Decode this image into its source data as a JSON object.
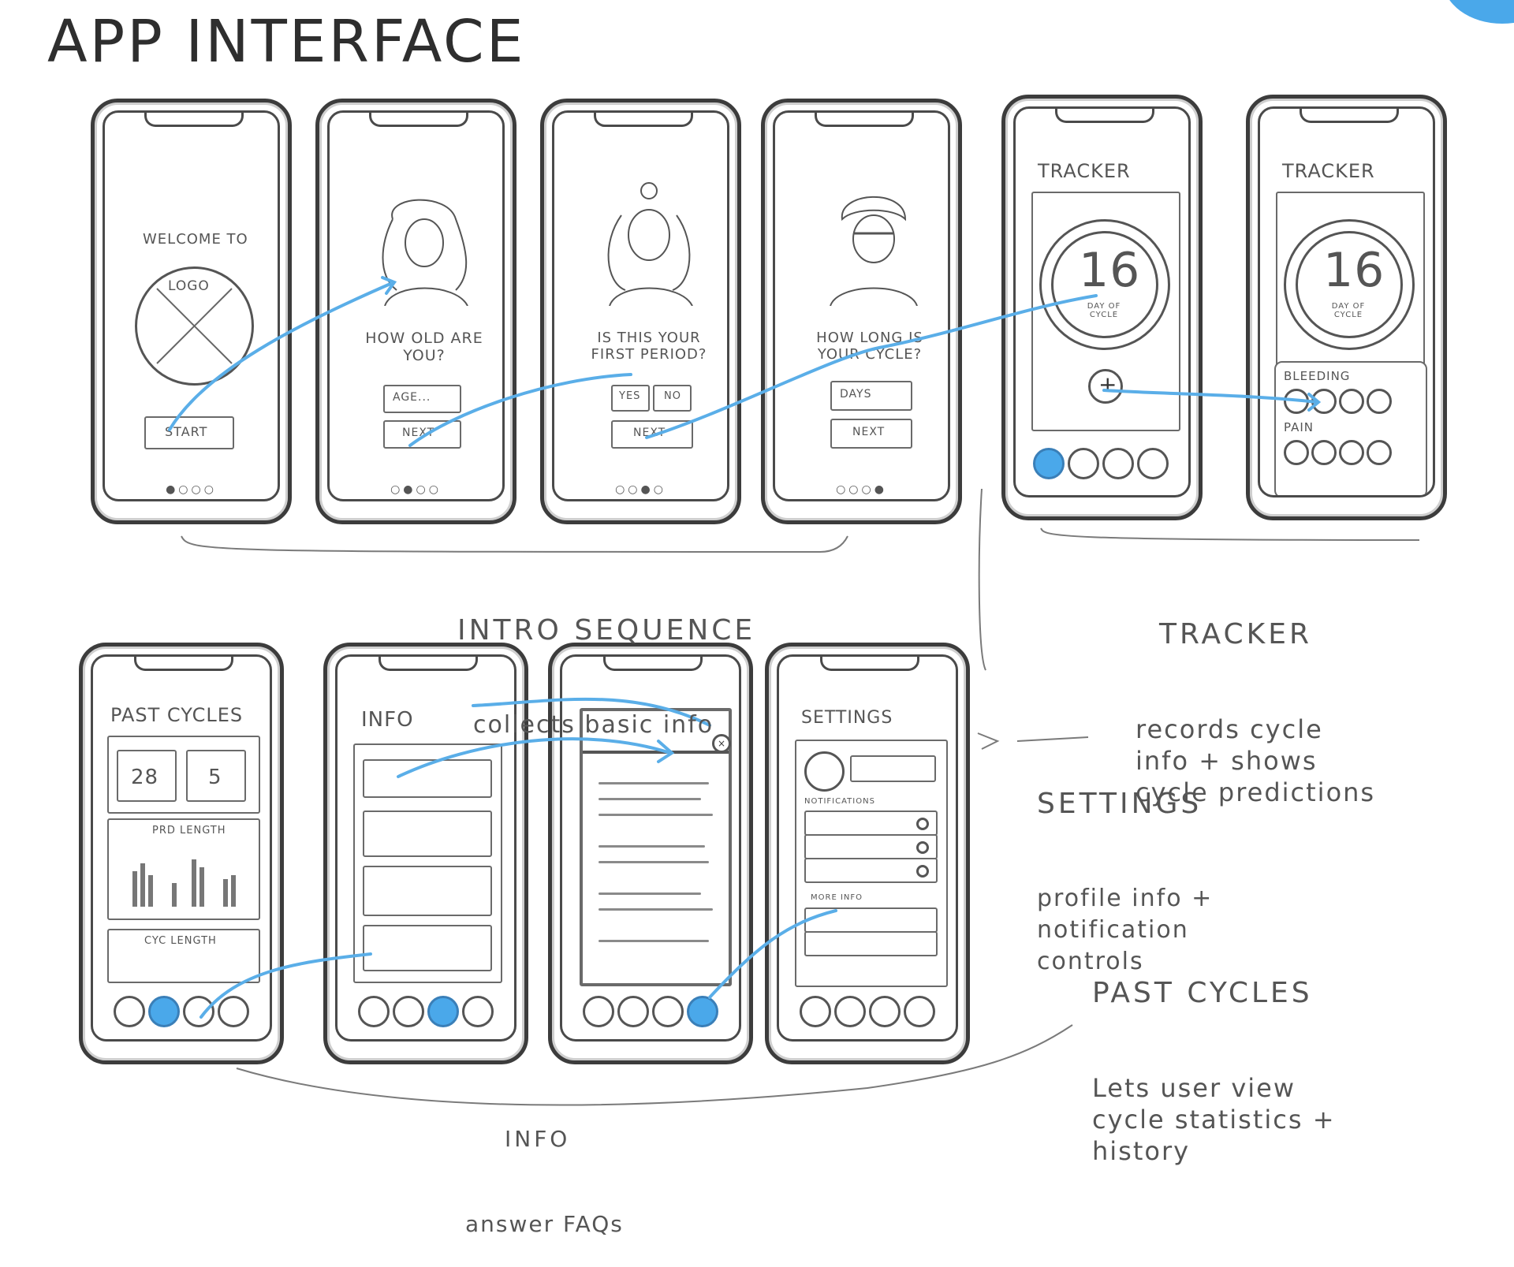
{
  "title": "APP INTERFACE",
  "intro": {
    "welcome": "WELCOME TO",
    "logo": "LOGO",
    "start": "START",
    "q_age": "HOW OLD ARE YOU?",
    "age_placeholder": "AGE...",
    "next": "NEXT",
    "q_first": "IS THIS YOUR FIRST PERIOD?",
    "yes": "YES",
    "no": "NO",
    "q_cycle": "HOW LONG IS YOUR CYCLE?",
    "days": "DAYS"
  },
  "tracker": {
    "heading": "TRACKER",
    "day_number": "16",
    "day_label": "DAY OF CYCLE",
    "bleeding": "BLEEDING",
    "pain": "PAIN",
    "plus": "+"
  },
  "past": {
    "heading": "PAST CYCLES",
    "stat1": "28",
    "stat2": "5",
    "period_length": "PRD LENGTH",
    "cycle_length": "CYC LENGTH"
  },
  "info": {
    "heading": "INFO"
  },
  "settings": {
    "heading": "SETTINGS",
    "notifications": "NOTIFICATIONS",
    "more_info": "MORE INFO"
  },
  "notes": {
    "intro_title": "INTRO SEQUENCE",
    "intro_desc": "collects basic info",
    "tracker_title": "TRACKER",
    "tracker_desc": "records cycle\ninfo + shows\ncycle predictions",
    "settings_title": "SETTINGS",
    "settings_desc": "profile info +\nnotification\ncontrols",
    "past_title": "PAST CYCLES",
    "past_desc": "Lets user view\ncycle statistics +\nhistory",
    "info_title": "INFO",
    "info_desc": "answer FAQs"
  },
  "colors": {
    "accent": "#4aa8ea",
    "pencil": "#3c3c3c"
  }
}
